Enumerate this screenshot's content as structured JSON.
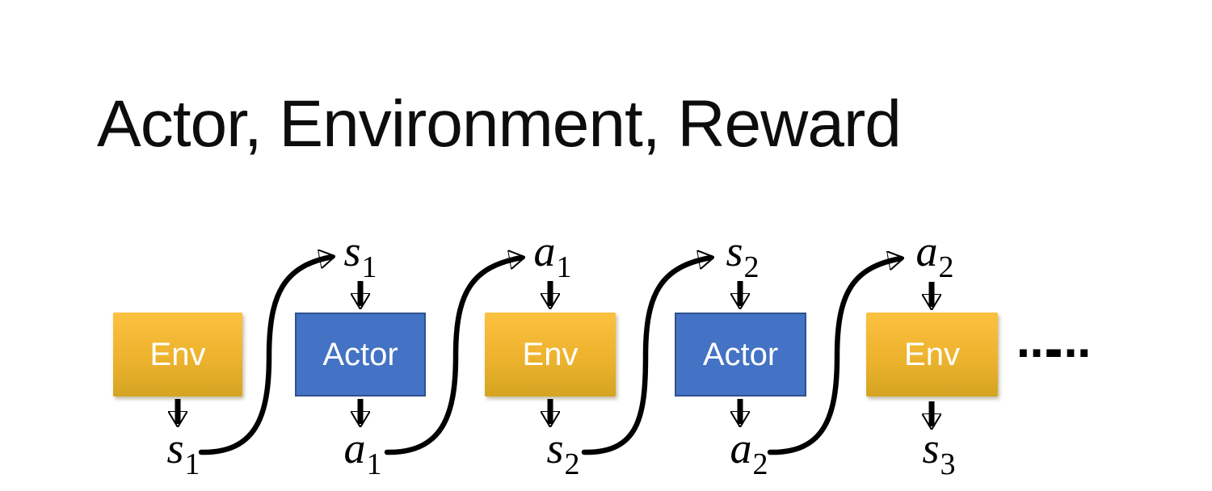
{
  "title": "Actor, Environment, Reward",
  "diagram": {
    "boxes": [
      {
        "label": "Env"
      },
      {
        "label": "Actor"
      },
      {
        "label": "Env"
      },
      {
        "label": "Actor"
      },
      {
        "label": "Env"
      }
    ],
    "top_labels": [
      {
        "base": "s",
        "sub": "1"
      },
      {
        "base": "a",
        "sub": "1"
      },
      {
        "base": "s",
        "sub": "2"
      },
      {
        "base": "a",
        "sub": "2"
      }
    ],
    "bottom_labels": [
      {
        "base": "s",
        "sub": "1"
      },
      {
        "base": "a",
        "sub": "1"
      },
      {
        "base": "s",
        "sub": "2"
      },
      {
        "base": "a",
        "sub": "2"
      },
      {
        "base": "s",
        "sub": "3"
      }
    ],
    "ellipsis": "……",
    "colors": {
      "env_gradient_top": "#FBC140",
      "env_gradient_bottom": "#D5A421",
      "actor_fill": "#4472C4",
      "actor_border": "#2F528F",
      "arrow": "#000000",
      "box_text": "#FFFFFF"
    }
  }
}
